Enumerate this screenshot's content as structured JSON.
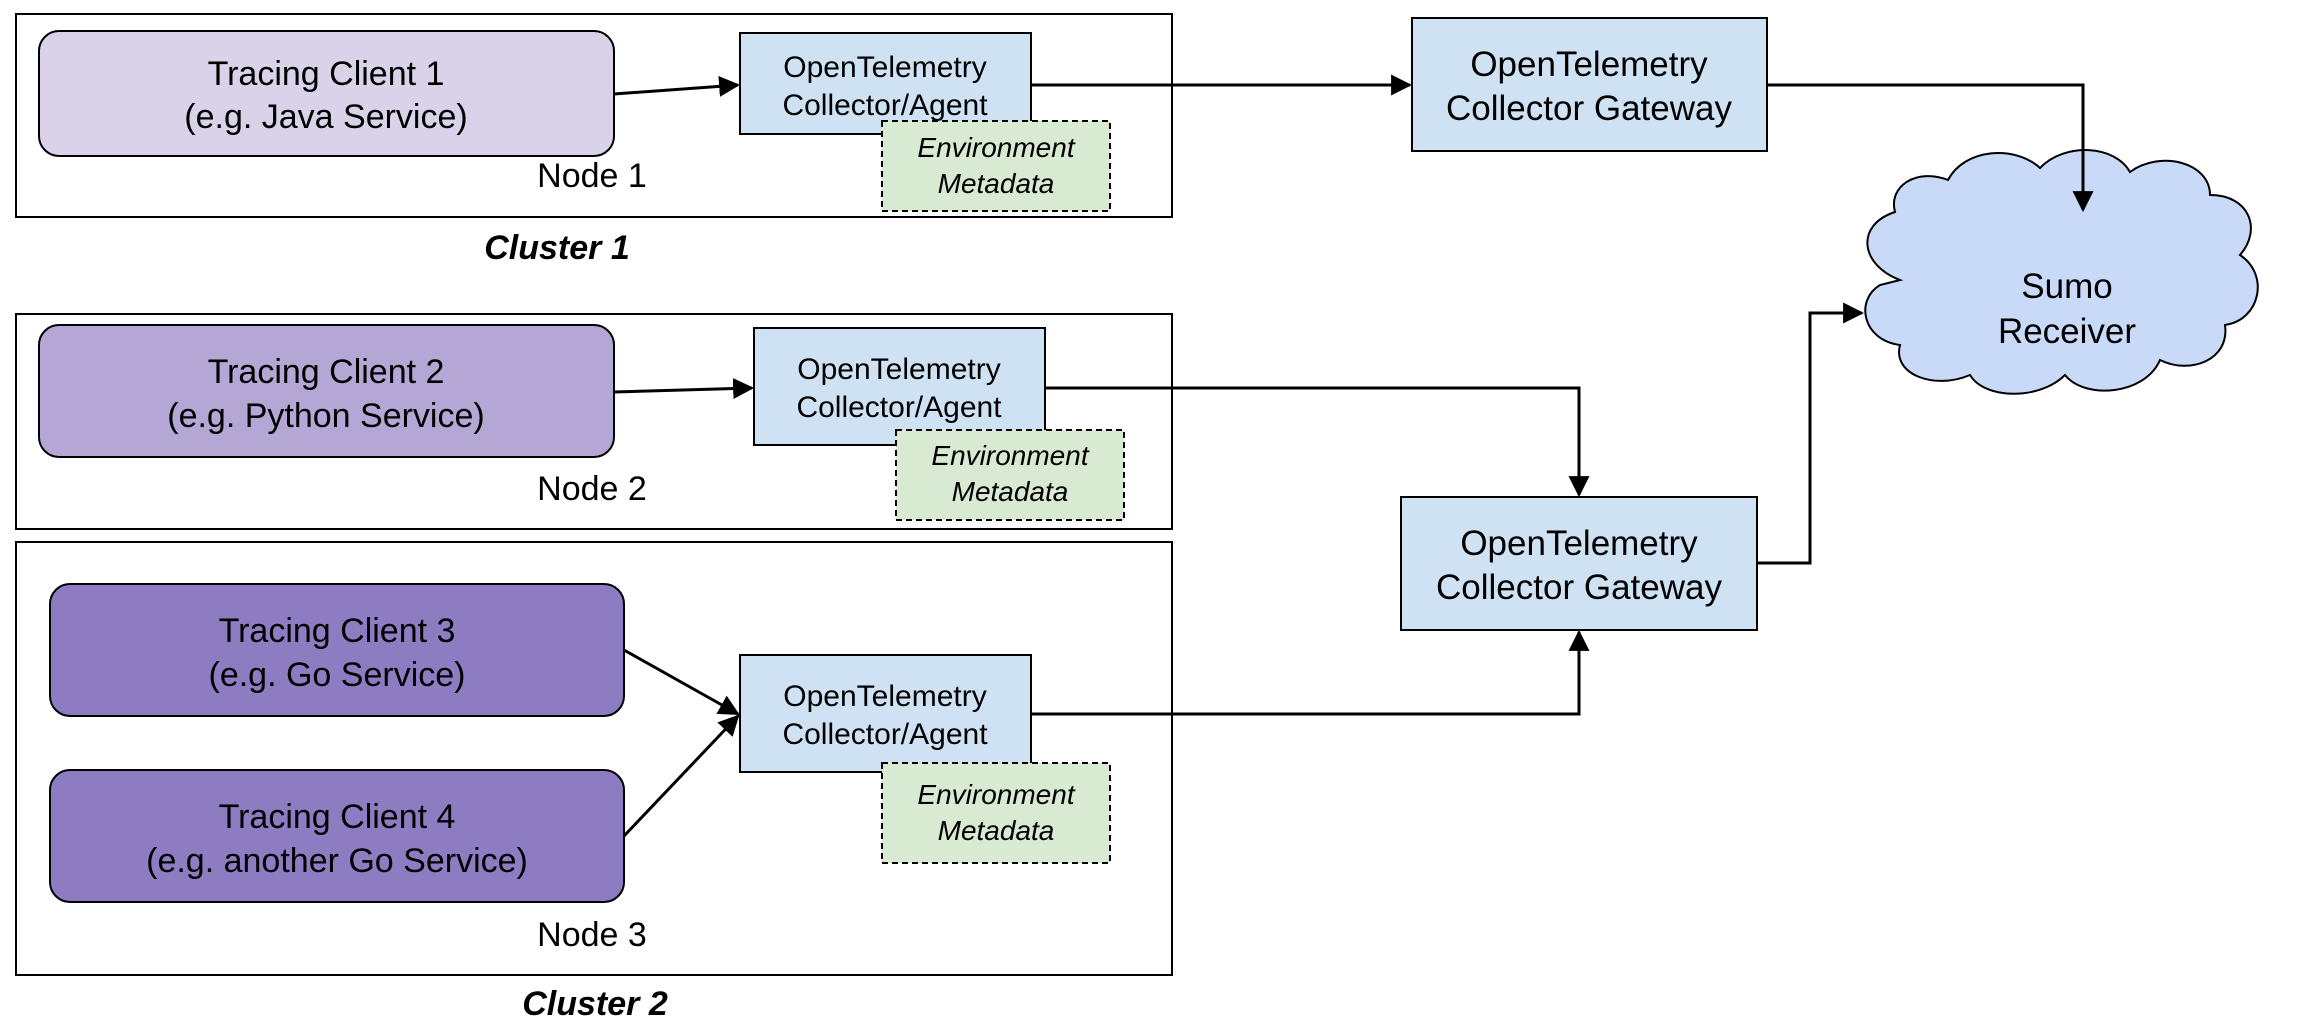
{
  "colors": {
    "client1": "#d9d2e9",
    "client2": "#b4a7d6",
    "client3": "#8e7cc3",
    "collector": "#cfe2f3",
    "metadata": "#d9ead3",
    "cloud": "#c9daf8",
    "stroke": "#000000"
  },
  "clusters": [
    {
      "label": "Cluster 1"
    },
    {
      "label": "Cluster 2"
    }
  ],
  "nodes": [
    {
      "label": "Node 1",
      "clients": [
        {
          "line1": "Tracing Client 1",
          "line2": "(e.g. Java Service)"
        }
      ],
      "agent": {
        "line1": "OpenTelemetry",
        "line2": "Collector/Agent"
      },
      "metadata": {
        "line1": "Environment",
        "line2": "Metadata"
      }
    },
    {
      "label": "Node 2",
      "clients": [
        {
          "line1": "Tracing Client 2",
          "line2": "(e.g. Python Service)"
        }
      ],
      "agent": {
        "line1": "OpenTelemetry",
        "line2": "Collector/Agent"
      },
      "metadata": {
        "line1": "Environment",
        "line2": "Metadata"
      }
    },
    {
      "label": "Node 3",
      "clients": [
        {
          "line1": "Tracing Client 3",
          "line2": "(e.g. Go Service)"
        },
        {
          "line1": "Tracing Client 4",
          "line2": "(e.g. another Go Service)"
        }
      ],
      "agent": {
        "line1": "OpenTelemetry",
        "line2": "Collector/Agent"
      },
      "metadata": {
        "line1": "Environment",
        "line2": "Metadata"
      }
    }
  ],
  "gateways": [
    {
      "line1": "OpenTelemetry",
      "line2": "Collector Gateway"
    },
    {
      "line1": "OpenTelemetry",
      "line2": "Collector Gateway"
    }
  ],
  "receiver": {
    "line1": "Sumo",
    "line2": "Receiver"
  }
}
